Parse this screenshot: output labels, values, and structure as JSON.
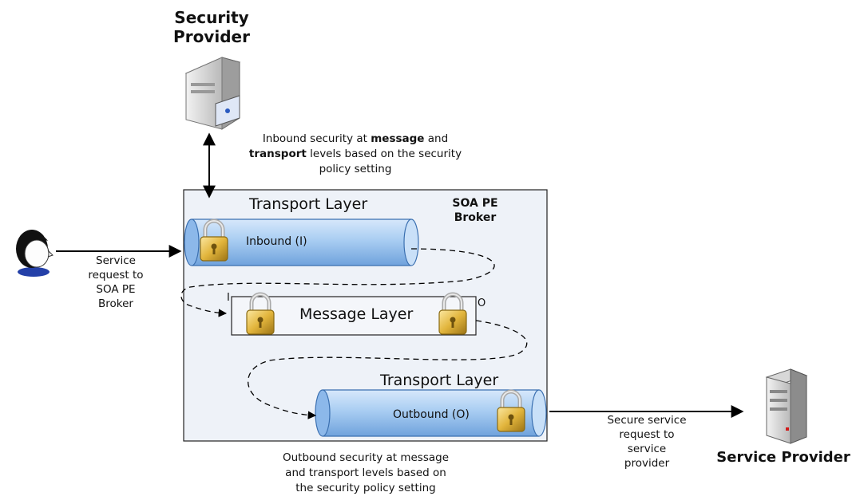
{
  "security_provider": {
    "title_line1": "Security",
    "title_line2": "Provider"
  },
  "inbound_note": {
    "prefix": "Inbound security at ",
    "bold1": "message",
    "middle": " and",
    "bold2": "transport",
    "rest": " levels based on the security",
    "line3": "policy setting"
  },
  "broker": {
    "title_line1": "SOA PE",
    "title_line2": "Broker",
    "transport_layer_top": "Transport Layer",
    "inbound_label": "Inbound (I)",
    "message_layer": "Message Layer",
    "marker_in": "I",
    "marker_out": "O",
    "transport_layer_bottom": "Transport Layer",
    "outbound_label": "Outbound (O)"
  },
  "client_request": {
    "line1": "Service",
    "line2": "request to",
    "line3": "SOA PE",
    "line4": "Broker"
  },
  "outbound_note": {
    "line1": "Outbound security at message",
    "line2": "and transport levels  based on",
    "line3": "the security policy setting"
  },
  "secure_request": {
    "line1": "Secure service",
    "line2": "request to",
    "line3": "service",
    "line4": "provider"
  },
  "service_provider": {
    "title": "Service Provider"
  },
  "colors": {
    "pipe_fill": "#a9cdf2",
    "pipe_stroke": "#3a6fb0",
    "broker_bg": "#eef2f8",
    "lock_gold": "#e2b53c"
  },
  "icons": [
    "server-tower-icon",
    "person-icon",
    "padlock-icon",
    "server-icon"
  ]
}
